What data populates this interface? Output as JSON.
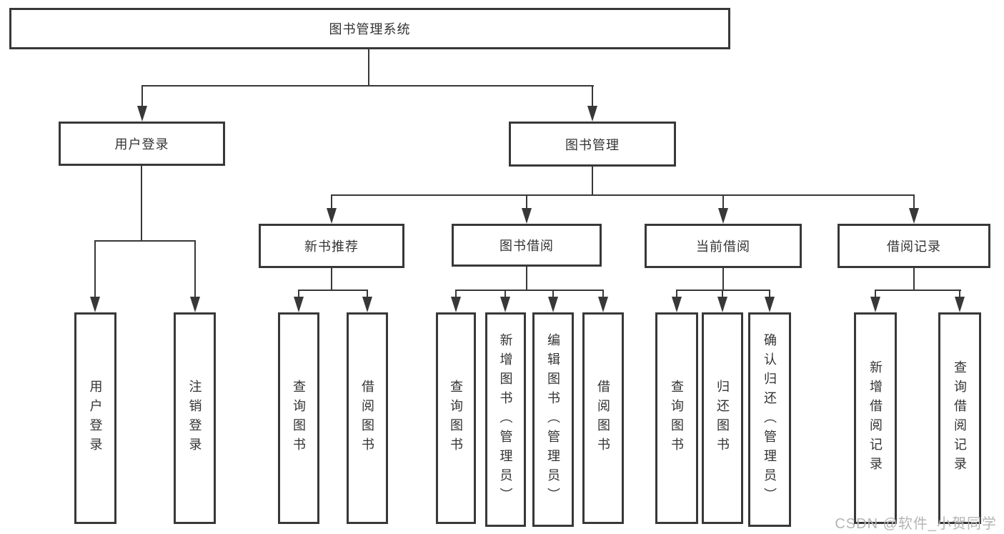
{
  "diagram": {
    "root": {
      "label": "图书管理系统"
    },
    "level2": [
      {
        "label": "用户登录"
      },
      {
        "label": "图书管理"
      }
    ],
    "level3": [
      {
        "label": "新书推荐"
      },
      {
        "label": "图书借阅"
      },
      {
        "label": "当前借阅"
      },
      {
        "label": "借阅记录"
      }
    ],
    "leaves": {
      "user_login": [
        {
          "label": "用户登录"
        },
        {
          "label": "注销登录"
        }
      ],
      "new_books": [
        {
          "label": "查询图书"
        },
        {
          "label": "借阅图书"
        }
      ],
      "book_borrow": [
        {
          "label": "查询图书"
        },
        {
          "label": "新增图书（管理员）"
        },
        {
          "label": "编辑图书（管理员）"
        },
        {
          "label": "借阅图书"
        }
      ],
      "current_borrow": [
        {
          "label": "查询图书"
        },
        {
          "label": "归还图书"
        },
        {
          "label": "确认归还（管理员）"
        }
      ],
      "borrow_records": [
        {
          "label": "新增借阅记录"
        },
        {
          "label": "查询借阅记录"
        }
      ]
    },
    "colors": {
      "line": "#383838",
      "text": "#333333",
      "background": "#ffffff",
      "watermark": "#b5b5b5"
    }
  },
  "watermark": {
    "text": "CSDN @软件_小贺同学"
  }
}
